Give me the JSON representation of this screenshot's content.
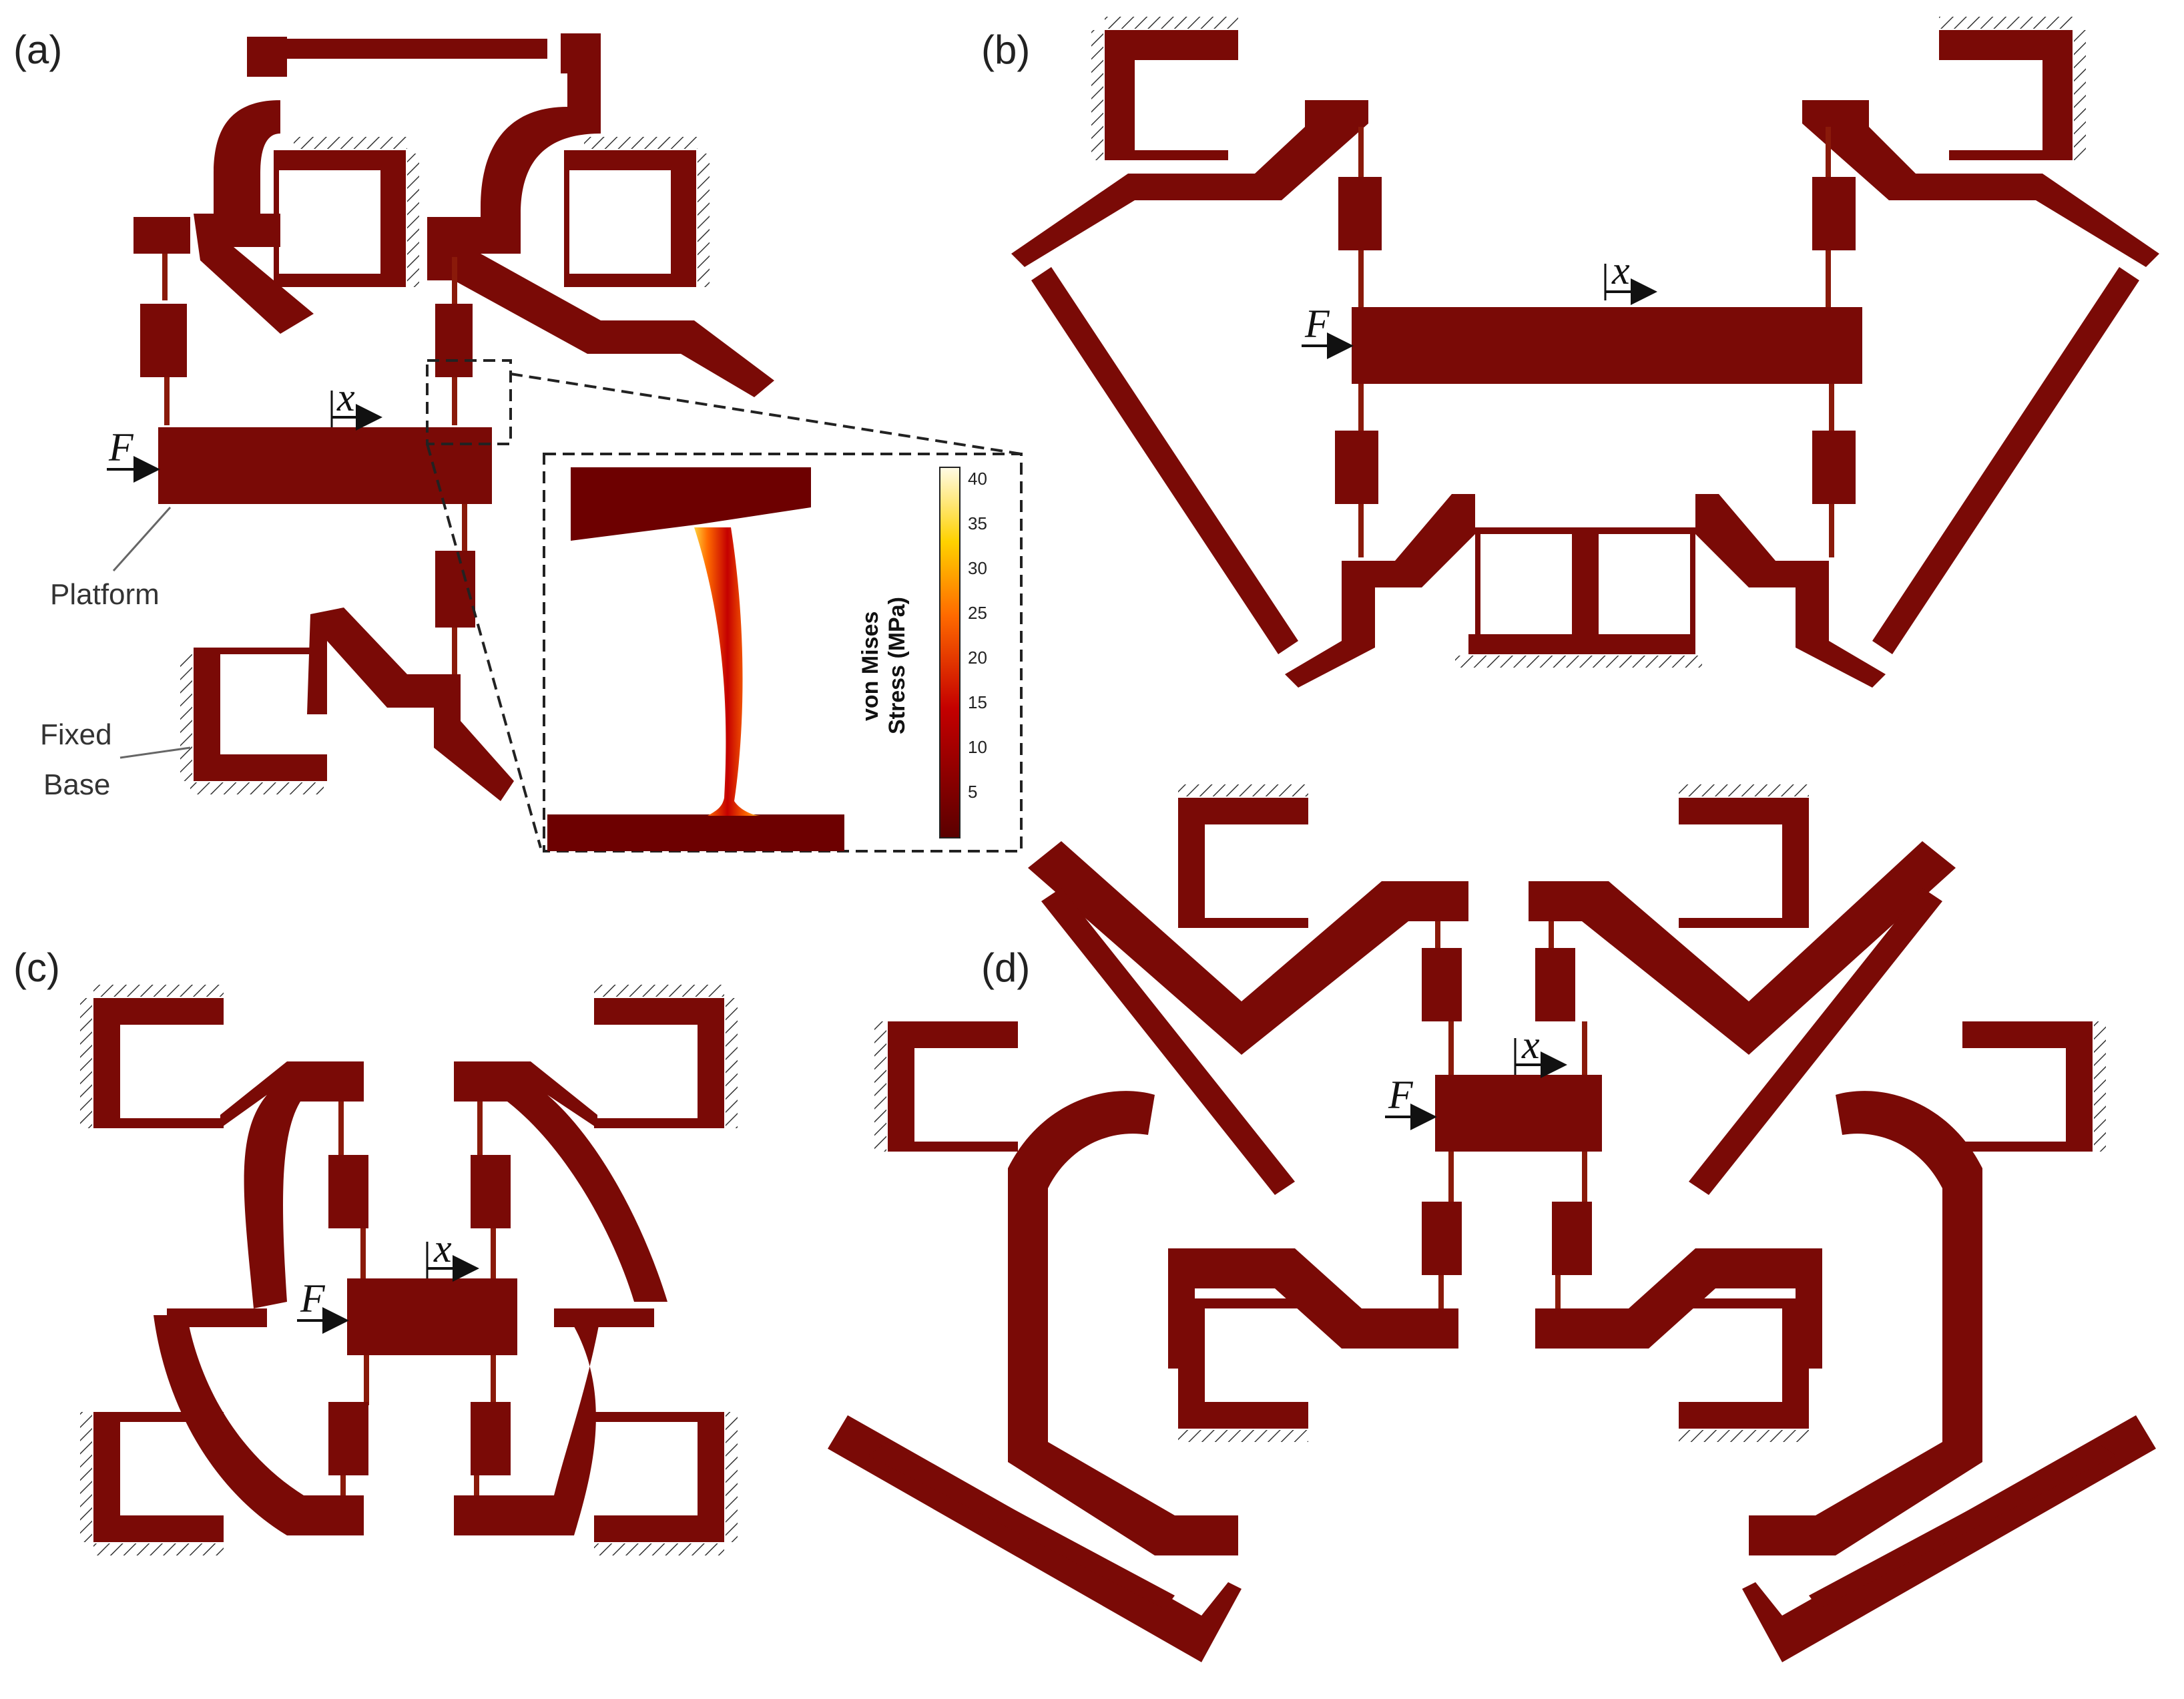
{
  "panels": {
    "a": "(a)",
    "b": "(b)",
    "c": "(c)",
    "d": "(d)"
  },
  "annotations": {
    "platform": "Platform",
    "fixed_base_line1": "Fixed",
    "fixed_base_line2": "Base",
    "force": "F",
    "displacement": "x"
  },
  "colorbar": {
    "title_line1": "von Mises",
    "title_line2": "Stress (MPa)",
    "ticks": [
      "5",
      "10",
      "15",
      "20",
      "25",
      "30",
      "35",
      "40"
    ]
  },
  "colors": {
    "material": "#7a0a06",
    "stress_high": "#fff6c0",
    "stress_mid": "#ff8a00",
    "stress_low": "#6d0000"
  }
}
